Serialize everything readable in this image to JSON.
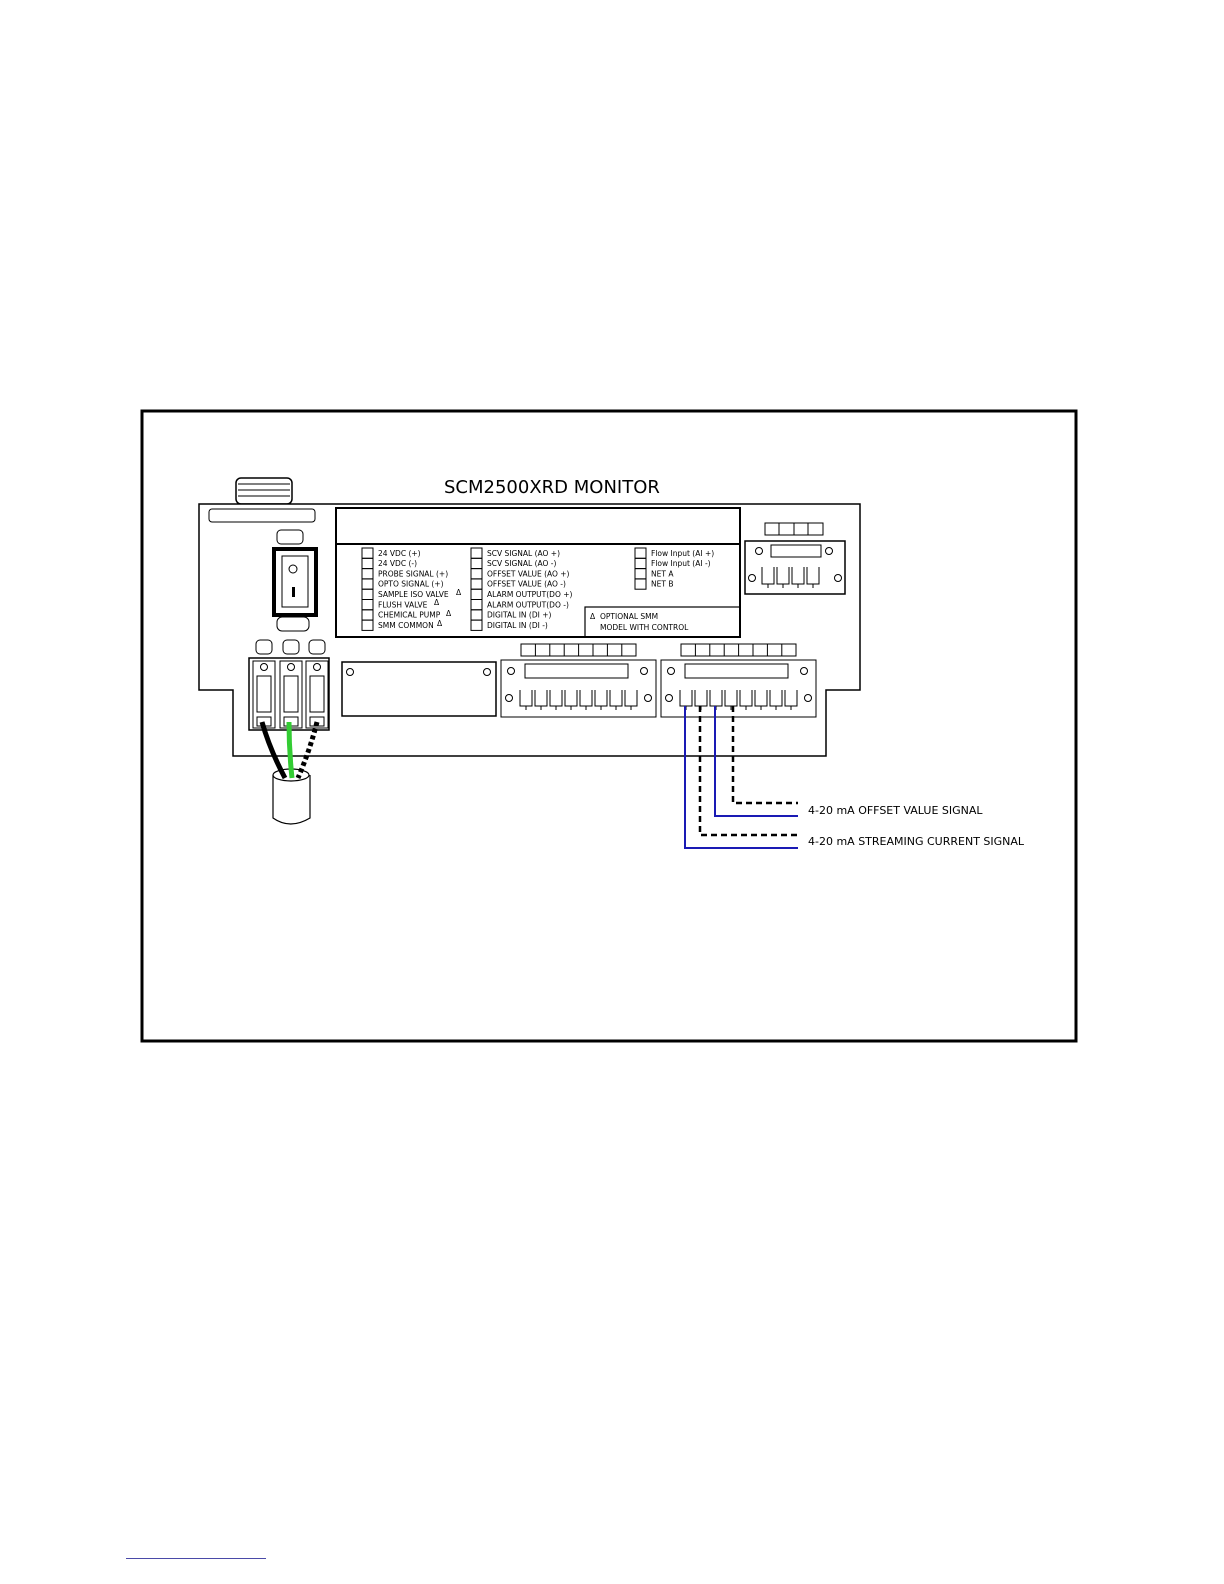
{
  "title": "SCM2500XRD MONITOR",
  "labels_col1": [
    "24 VDC (+)",
    "24 VDC (-)",
    "PROBE SIGNAL (+)",
    "OPTO SIGNAL (+)",
    "SAMPLE ISO VALVE",
    "FLUSH VALVE",
    "CHEMICAL PUMP",
    "SMM COMMON"
  ],
  "labels_col2": [
    "SCV SIGNAL (AO +)",
    "SCV SIGNAL (AO -)",
    "OFFSET VALUE (AO +)",
    "OFFSET VALUE (AO -)",
    "ALARM OUTPUT(DO +)",
    "ALARM OUTPUT(DO -)",
    "DIGITAL IN (DI +)",
    "DIGITAL IN (DI -)"
  ],
  "labels_col3": [
    "Flow Input (AI +)",
    "Flow Input (AI -)",
    "NET A",
    "NET B"
  ],
  "note": {
    "marker": "Δ",
    "line1": "OPTIONAL SMM",
    "line2": "MODEL WITH CONTROL"
  },
  "signals": {
    "offset": "4-20 mA OFFSET VALUE SIGNAL",
    "streaming": "4-20 mA STREAMING CURRENT SIGNAL"
  },
  "colors": {
    "blue_wire": "#1a1ab4",
    "green_wire": "#33cc33",
    "black": "#000000"
  }
}
